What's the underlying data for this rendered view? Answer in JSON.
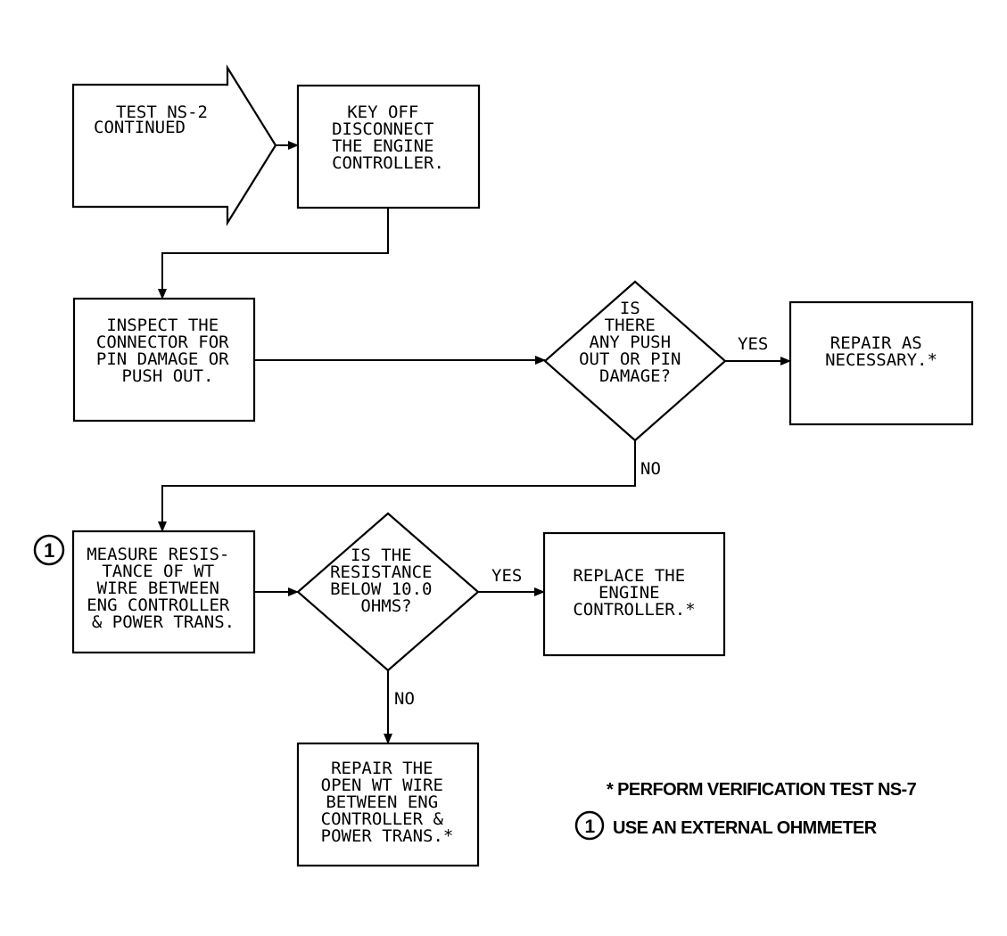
{
  "start": {
    "lines": [
      "TEST NS-2",
      "CONTINUED"
    ]
  },
  "step1": {
    "lines": [
      "KEY OFF",
      "DISCONNECT",
      "THE ENGINE",
      "CONTROLLER."
    ]
  },
  "step2": {
    "lines": [
      "INSPECT THE",
      "CONNECTOR FOR",
      "PIN DAMAGE OR",
      "PUSH OUT."
    ]
  },
  "decision1": {
    "lines": [
      "IS",
      "THERE",
      "ANY PUSH",
      "OUT OR PIN",
      "DAMAGE?"
    ]
  },
  "decision1_yes": "YES",
  "decision1_no": "NO",
  "repair1": {
    "lines": [
      "REPAIR AS",
      "NECESSARY.*"
    ]
  },
  "step3_marker": "1",
  "step3": {
    "lines": [
      "MEASURE RESIS-",
      "TANCE OF WT",
      "WIRE BETWEEN",
      "ENG CONTROLLER",
      "& POWER TRANS."
    ]
  },
  "decision2": {
    "lines": [
      "IS THE",
      "RESISTANCE",
      "BELOW 10.0",
      "OHMS?"
    ]
  },
  "decision2_yes": "YES",
  "decision2_no": "NO",
  "replace": {
    "lines": [
      "REPLACE THE",
      "ENGINE",
      "CONTROLLER.*"
    ]
  },
  "repair2": {
    "lines": [
      "REPAIR THE",
      "OPEN WT WIRE",
      "BETWEEN ENG",
      "CONTROLLER &",
      "POWER TRANS.*"
    ]
  },
  "notes": {
    "verification": "* PERFORM VERIFICATION TEST NS-7",
    "ohmmeter_marker": "1",
    "ohmmeter": "USE AN EXTERNAL OHMMETER"
  }
}
